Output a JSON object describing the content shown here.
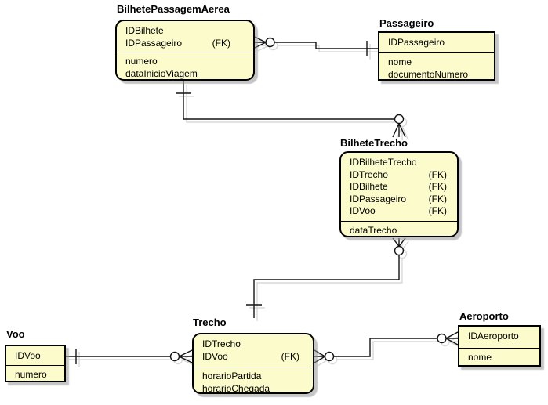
{
  "entities": [
    {
      "name": "BilhetePassagemAerea",
      "shape": "rounded",
      "key_rows": [
        {
          "name": "IDBilhete",
          "tag": ""
        },
        {
          "name": "IDPassageiro",
          "tag": "(FK)"
        }
      ],
      "attr_rows": [
        {
          "name": "numero",
          "tag": ""
        },
        {
          "name": "dataInicioViagem",
          "tag": ""
        }
      ]
    },
    {
      "name": "Passageiro",
      "shape": "square",
      "key_rows": [
        {
          "name": "IDPassageiro",
          "tag": ""
        }
      ],
      "attr_rows": [
        {
          "name": "nome",
          "tag": ""
        },
        {
          "name": "documentoNumero",
          "tag": ""
        }
      ]
    },
    {
      "name": "BilheteTrecho",
      "shape": "rounded",
      "key_rows": [
        {
          "name": "IDBilheteTrecho",
          "tag": ""
        },
        {
          "name": "IDTrecho",
          "tag": "(FK)"
        },
        {
          "name": "IDBilhete",
          "tag": "(FK)"
        },
        {
          "name": "IDPassageiro",
          "tag": "(FK)"
        },
        {
          "name": "IDVoo",
          "tag": "(FK)"
        }
      ],
      "attr_rows": [
        {
          "name": "dataTrecho",
          "tag": ""
        }
      ]
    },
    {
      "name": "Voo",
      "shape": "square",
      "key_rows": [
        {
          "name": "IDVoo",
          "tag": ""
        }
      ],
      "attr_rows": [
        {
          "name": "numero",
          "tag": ""
        }
      ]
    },
    {
      "name": "Trecho",
      "shape": "rounded",
      "key_rows": [
        {
          "name": "IDTrecho",
          "tag": ""
        },
        {
          "name": "IDVoo",
          "tag": "(FK)"
        }
      ],
      "attr_rows": [
        {
          "name": "horarioPartida",
          "tag": ""
        },
        {
          "name": "horarioChegada",
          "tag": ""
        }
      ]
    },
    {
      "name": "Aeroporto",
      "shape": "square",
      "key_rows": [
        {
          "name": "IDAeroporto",
          "tag": ""
        }
      ],
      "attr_rows": [
        {
          "name": "nome",
          "tag": ""
        }
      ]
    }
  ],
  "relationships": [
    {
      "parent": "Passageiro",
      "child": "BilhetePassagemAerea",
      "parent_cardinality": "one",
      "child_cardinality": "zero-or-many"
    },
    {
      "parent": "BilhetePassagemAerea",
      "child": "BilheteTrecho",
      "parent_cardinality": "one",
      "child_cardinality": "zero-or-many"
    },
    {
      "parent": "Trecho",
      "child": "BilheteTrecho",
      "parent_cardinality": "one",
      "child_cardinality": "zero-or-many"
    },
    {
      "parent": "Voo",
      "child": "Trecho",
      "parent_cardinality": "one",
      "child_cardinality": "zero-or-many"
    },
    {
      "parent": "Trecho",
      "child": "Aeroporto",
      "parent_cardinality": "zero-or-many",
      "child_cardinality": "zero-or-many"
    }
  ],
  "colors": {
    "entity_fill": "#fbfbcc",
    "entity_border": "#000000",
    "line": "#141414",
    "shadow": "#d8d8d8",
    "background": "#ffffff"
  }
}
